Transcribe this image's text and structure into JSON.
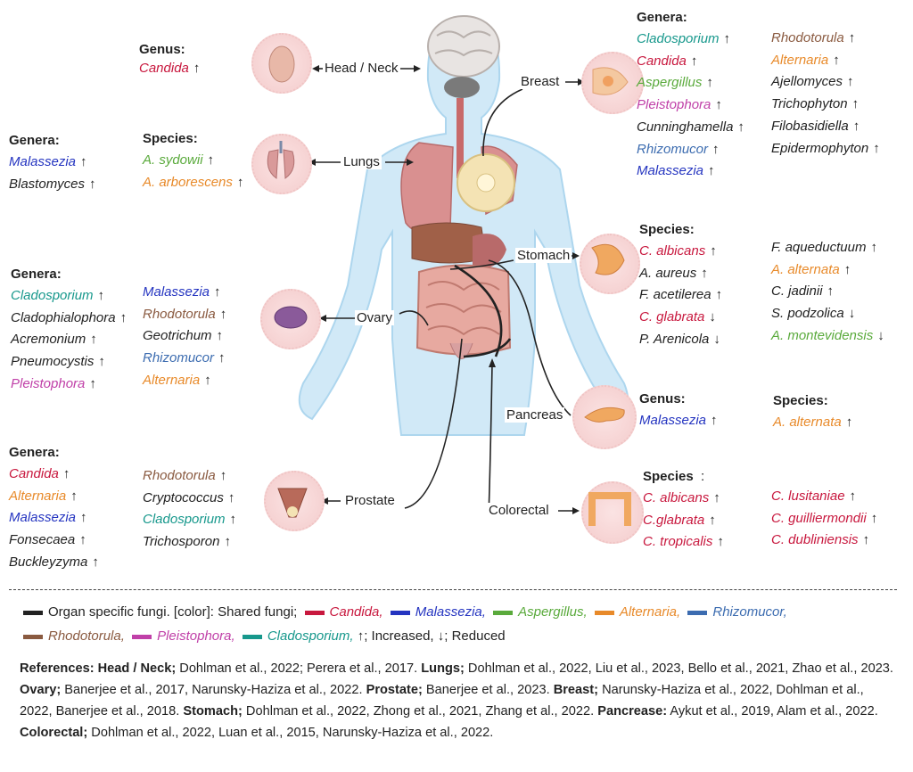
{
  "colors": {
    "candida": "#c8183e",
    "malassezia": "#2434c0",
    "aspergillus": "#5aaa3c",
    "alternaria": "#e88a2a",
    "rhizomucor": "#3c6cb0",
    "rhodotorula": "#8a5a40",
    "pleistophora": "#c040a8",
    "cladosporium": "#17988c",
    "black": "#222222"
  },
  "organs": {
    "head_neck": "Head / Neck",
    "lungs": "Lungs",
    "ovary": "Ovary",
    "prostate": "Prostate",
    "breast": "Breast",
    "stomach": "Stomach",
    "pancreas": "Pancreas",
    "colorectal": "Colorectal"
  },
  "head_neck": {
    "genus_header": "Genus:",
    "genus": [
      {
        "name": "Candida",
        "arrow": "↑",
        "color": "candida"
      }
    ]
  },
  "lungs": {
    "genera_header": "Genera:",
    "genera": [
      {
        "name": "Malassezia",
        "arrow": "↑",
        "color": "malassezia"
      },
      {
        "name": "Blastomyces",
        "arrow": "↑",
        "color": "black"
      }
    ],
    "species_header": "Species:",
    "species": [
      {
        "name": "A. sydowii",
        "arrow": "↑",
        "color": "aspergillus"
      },
      {
        "name": "A. arborescens",
        "arrow": "↑",
        "color": "alternaria"
      }
    ]
  },
  "ovary": {
    "genera_header": "Genera:",
    "col1": [
      {
        "name": "Cladosporium",
        "arrow": "↑",
        "color": "cladosporium"
      },
      {
        "name": "Cladophialophora",
        "arrow": "↑",
        "color": "black"
      },
      {
        "name": "Acremonium",
        "arrow": "↑",
        "color": "black"
      },
      {
        "name": "Pneumocystis",
        "arrow": "↑",
        "color": "black"
      },
      {
        "name": "Pleistophora",
        "arrow": "↑",
        "color": "pleistophora"
      }
    ],
    "col2": [
      {
        "name": "Malassezia",
        "arrow": "↑",
        "color": "malassezia"
      },
      {
        "name": "Rhodotorula",
        "arrow": "↑",
        "color": "rhodotorula"
      },
      {
        "name": "Geotrichum",
        "arrow": "↑",
        "color": "black"
      },
      {
        "name": "Rhizomucor",
        "arrow": "↑",
        "color": "rhizomucor"
      },
      {
        "name": "Alternaria",
        "arrow": "↑",
        "color": "alternaria"
      }
    ]
  },
  "prostate": {
    "genera_header": "Genera:",
    "col1": [
      {
        "name": "Candida",
        "arrow": "↑",
        "color": "candida"
      },
      {
        "name": "Alternaria",
        "arrow": "↑",
        "color": "alternaria"
      },
      {
        "name": "Malassezia",
        "arrow": "↑",
        "color": "malassezia"
      },
      {
        "name": "Fonsecaea",
        "arrow": "↑",
        "color": "black"
      },
      {
        "name": "Buckleyzyma",
        "arrow": "↑",
        "color": "black"
      }
    ],
    "col2": [
      {
        "name": "Rhodotorula",
        "arrow": "↑",
        "color": "rhodotorula"
      },
      {
        "name": "Cryptococcus",
        "arrow": "↑",
        "color": "black"
      },
      {
        "name": "Cladosporium",
        "arrow": "↑",
        "color": "cladosporium"
      },
      {
        "name": "Trichosporon",
        "arrow": "↑",
        "color": "black"
      }
    ]
  },
  "breast": {
    "genera_header": "Genera:",
    "col1": [
      {
        "name": "Cladosporium",
        "arrow": "↑",
        "color": "cladosporium"
      },
      {
        "name": "Candida",
        "arrow": "↑",
        "color": "candida"
      },
      {
        "name": "Aspergillus",
        "arrow": "↑",
        "color": "aspergillus"
      },
      {
        "name": "Pleistophora",
        "arrow": "↑",
        "color": "pleistophora"
      },
      {
        "name": "Cunninghamella",
        "arrow": "↑",
        "color": "black"
      },
      {
        "name": "Rhizomucor",
        "arrow": "↑",
        "color": "rhizomucor"
      },
      {
        "name": "Malassezia",
        "arrow": "↑",
        "color": "malassezia"
      }
    ],
    "col2": [
      {
        "name": "Rhodotorula",
        "arrow": "↑",
        "color": "rhodotorula"
      },
      {
        "name": "Alternaria",
        "arrow": "↑",
        "color": "alternaria"
      },
      {
        "name": "Ajellomyces",
        "arrow": "↑",
        "color": "black"
      },
      {
        "name": "Trichophyton",
        "arrow": "↑",
        "color": "black"
      },
      {
        "name": "Filobasidiella",
        "arrow": "↑",
        "color": "black"
      },
      {
        "name": "Epidermophyton",
        "arrow": "↑",
        "color": "black"
      }
    ]
  },
  "stomach": {
    "species_header": "Species:",
    "col1": [
      {
        "name": "C. albicans",
        "arrow": "↑",
        "color": "candida"
      },
      {
        "name": "A. aureus",
        "arrow": "↑",
        "color": "black"
      },
      {
        "name": "F. acetilerea",
        "arrow": "↑",
        "color": "black"
      },
      {
        "name": "C. glabrata",
        "arrow": "↓",
        "color": "candida"
      },
      {
        "name": "P. Arenicola",
        "arrow": "↓",
        "color": "black"
      }
    ],
    "col2": [
      {
        "name": "F. aqueductuum",
        "arrow": "↑",
        "color": "black"
      },
      {
        "name": "A. alternata",
        "arrow": "↑",
        "color": "alternaria"
      },
      {
        "name": "C. jadinii",
        "arrow": "↑",
        "color": "black"
      },
      {
        "name": "S. podzolica",
        "arrow": "↓",
        "color": "black"
      },
      {
        "name": "A. montevidensis",
        "arrow": "↓",
        "color": "aspergillus"
      }
    ]
  },
  "pancreas": {
    "genus_header": "Genus:",
    "genus": [
      {
        "name": "Malassezia",
        "arrow": "↑",
        "color": "malassezia"
      }
    ],
    "species_header": "Species:",
    "species": [
      {
        "name": "A. alternata",
        "arrow": "↑",
        "color": "alternaria"
      }
    ]
  },
  "colorectal": {
    "species_header": "Species",
    "col1": [
      {
        "name": "C. albicans",
        "arrow": "↑",
        "color": "candida"
      },
      {
        "name": "C.glabrata",
        "arrow": "↑",
        "color": "candida"
      },
      {
        "name": "C. tropicalis",
        "arrow": "↑",
        "color": "candida"
      }
    ],
    "col2": [
      {
        "name": "C. lusitaniae",
        "arrow": "↑",
        "color": "candida"
      },
      {
        "name": "C. guilliermondii",
        "arrow": "↑",
        "color": "candida"
      },
      {
        "name": "C. dubliniensis",
        "arrow": "↑",
        "color": "candida"
      }
    ]
  },
  "legend": {
    "organ_specific": "Organ specific fungi.",
    "shared": "[color]: Shared fungi;",
    "candida": "Candida,",
    "malassezia": "Malassezia,",
    "aspergillus": "Aspergillus,",
    "alternaria": "Alternaria,",
    "rhizomucor": "Rhizomucor,",
    "rhodotorula": "Rhodotorula,",
    "pleistophora": "Pleistophora,",
    "cladosporium": "Cladosporium,",
    "increased": "↑; Increased,",
    "reduced": "↓; Reduced"
  },
  "references": [
    {
      "organ": "References: Head / Neck;",
      "text": " Dohlman et al., 2022; Perera et al., 2017. "
    },
    {
      "organ": "Lungs;",
      "text": " Dohlman et al., 2022, Liu et al., 2023, Bello et al., 2021, Zhao et al., 2023. "
    },
    {
      "organ": "Ovary;",
      "text": " Banerjee et al., 2017, Narunsky-Haziza et al., 2022. "
    },
    {
      "organ": "Prostate;",
      "text": " Banerjee et al., 2023. "
    },
    {
      "organ": "Breast;",
      "text": " Narunsky-Haziza et al., 2022, Dohlman et al., 2022, Banerjee et al., 2018. "
    },
    {
      "organ": "Stomach;",
      "text": " Dohlman et al., 2022, Zhong et al., 2021, Zhang et al., 2022. "
    },
    {
      "organ": "Pancrease:",
      "text": " Aykut et al., 2019, Alam et al., 2022. "
    },
    {
      "organ": "Colorectal;",
      "text": "  Dohlman et al., 2022, Luan et al., 2015, Narunsky-Haziza et al., 2022."
    }
  ]
}
